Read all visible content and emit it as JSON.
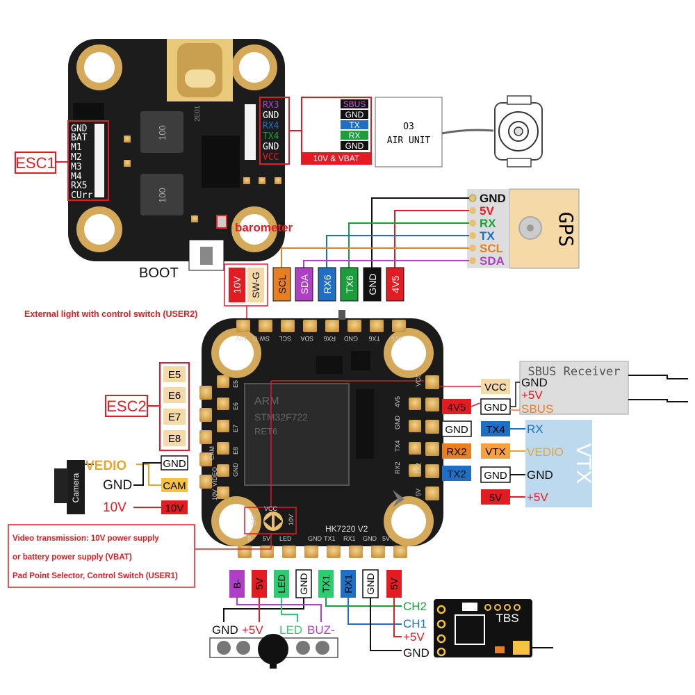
{
  "board_top": {
    "esc1_label": "ESC1",
    "esc1_pins": [
      "GND",
      "BAT",
      "M1",
      "M2",
      "M3",
      "M4",
      "RX5",
      "CUrr"
    ],
    "right_pins": [
      "RX3",
      "GND",
      "RX4",
      "TX4",
      "GND",
      "VCC"
    ],
    "inductor_marks": [
      "100",
      "100"
    ],
    "chip_mark": "2E01",
    "barometer_label": "barometer",
    "boot_label": "BOOT",
    "switch_pads": [
      "10V",
      "SW-G"
    ],
    "light_caption": "External light with control switch (USER2)",
    "air_unit_pins": [
      "SBUS",
      "GND",
      "TX",
      "RX",
      "GND"
    ],
    "air_unit_power": "10V & VBAT",
    "air_unit_name": [
      "O3",
      "AIR UNIT"
    ]
  },
  "gps": {
    "title": "GPS",
    "pins": [
      "GND",
      "5V",
      "RX",
      "TX",
      "SCL",
      "SDA"
    ],
    "pads": [
      "SCL",
      "SDA",
      "RX6",
      "TX6",
      "GND",
      "4V5"
    ]
  },
  "board_bottom": {
    "model": "HK7220 V2",
    "top_silk": [
      "10V",
      "SW-G",
      "SCL",
      "SDA",
      "RX6",
      "GND",
      "TX6",
      "4V5"
    ],
    "bottom_silk": [
      "GND",
      "TX1",
      "RX1",
      "GND",
      "5V"
    ],
    "bottom_left_silk": [
      "B-",
      "5V",
      "LED"
    ],
    "right_silk": [
      "VCC",
      "4V5",
      "GND",
      "TX4",
      "RX2",
      "TX2",
      "5V"
    ],
    "left_silk": [
      "E5",
      "E6",
      "E7",
      "E8",
      "GND",
      "VIDEO",
      "CAM",
      "10V"
    ],
    "selector_silk": [
      "VCC",
      "BAT",
      "10V"
    ],
    "mcu_marks": [
      "ARM",
      "STM32F722",
      "RET6"
    ]
  },
  "esc2": {
    "label": "ESC2",
    "pins": [
      "E5",
      "E6",
      "E7",
      "E8"
    ]
  },
  "camera": {
    "name": "Camera",
    "vedio": "VEDIO",
    "gnd_pad": "GND",
    "gnd": "GND",
    "cam_pad": "CAM",
    "v10": "10V",
    "v10_pad": "10V"
  },
  "selector_note": [
    "Video transmission: 10V power supply",
    "or battery power supply (VBAT)",
    "Pad Point Selector, Control Switch (USER1)"
  ],
  "sbus": {
    "title": "SBUS Receiver",
    "vcc_pad": "VCC",
    "v4v5_pad": "4V5",
    "gnd_pad": "GND",
    "wires": [
      "GND",
      "+5V",
      "SBUS"
    ]
  },
  "vtx": {
    "title": "VTX",
    "pads": [
      "GND",
      "RX2",
      "TX2"
    ],
    "labels": [
      "TX4",
      "VTX",
      "GND",
      "5V"
    ],
    "wires": [
      "RX",
      "VEDIO",
      "GND",
      "+5V"
    ]
  },
  "bottom_pads": [
    "B-",
    "5V",
    "LED",
    "GND",
    "TX1",
    "RX1",
    "GND",
    "5V"
  ],
  "buzzer": {
    "labels": [
      "GND",
      "+5V",
      "LED",
      "BUZ-"
    ]
  },
  "tbs": {
    "name": "TBS",
    "wires": [
      "CH2",
      "CH1",
      "+5V",
      "GND"
    ]
  },
  "colors": {
    "red": "#e31b23",
    "black": "#111111",
    "green": "#1a9d3a",
    "blue": "#1f6fc4",
    "orange": "#e67e22",
    "purple": "#b03fc7",
    "yellow": "#f5c242",
    "tan": "#f5d9a6",
    "vtx_bg": "#bcd9ee",
    "board": "#1b1b1b",
    "pad": "#e3b765"
  }
}
